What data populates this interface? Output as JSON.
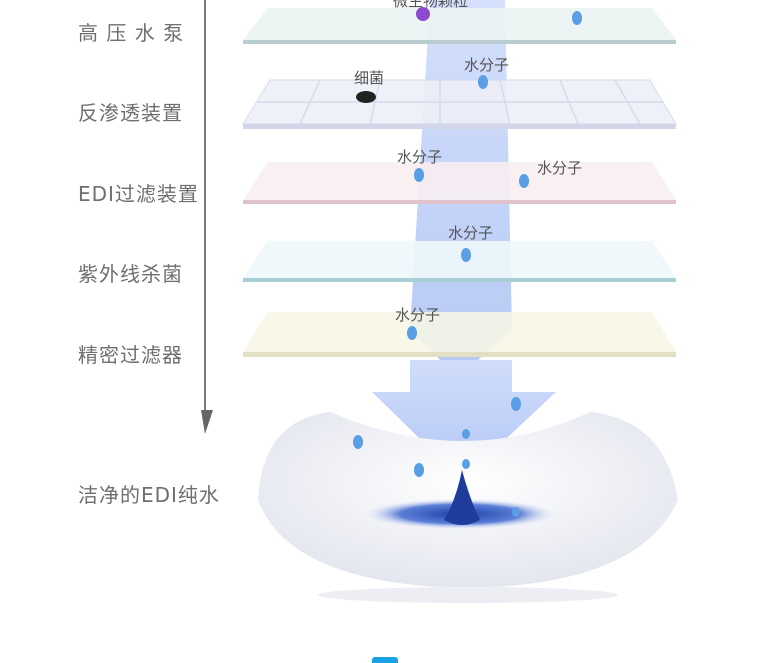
{
  "stages": [
    {
      "label": "高 压 水 泵"
    },
    {
      "label": "反渗透装置"
    },
    {
      "label": "EDI过滤装置"
    },
    {
      "label": "紫外线杀菌"
    },
    {
      "label": "精密过滤器"
    },
    {
      "label": "洁净的EDI纯水"
    }
  ],
  "tags": {
    "particle": "微生物颗粒",
    "bacteria": "细菌",
    "water1": "水分子",
    "water2": "水分子",
    "water3": "水分子",
    "water4": "水分子",
    "water5": "水分子"
  },
  "colors": {
    "accent": "#19a2e6",
    "flow": "#a9c2f5"
  }
}
